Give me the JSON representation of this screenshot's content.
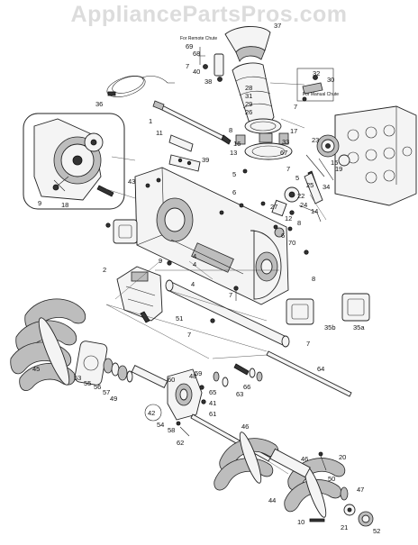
{
  "site": {
    "watermark": "AppliancePartsPros.com"
  },
  "notes": {
    "remote_chute": "For Remote Chute",
    "manual_chute": "For Manual Chute"
  },
  "labels": {
    "n1": "1",
    "n2": "2",
    "n4a": "4",
    "n4b": "4",
    "n4c": "4",
    "n5a": "5",
    "n5b": "5",
    "n6a": "6",
    "n6b": "6",
    "n7a": "7",
    "n7b": "7",
    "n7c": "7",
    "n7d": "7",
    "n7e": "7",
    "n7f": "7",
    "n8a": "8",
    "n8b": "8",
    "n8c": "8",
    "n9a": "9",
    "n9b": "9",
    "n10": "10",
    "n11": "11",
    "n12": "12",
    "n13": "13",
    "n14": "14",
    "n15": "15",
    "n16": "16",
    "n17": "17",
    "n18": "18",
    "n19": "19",
    "n20": "20",
    "n21": "21",
    "n22": "22",
    "n23": "23",
    "n24": "24",
    "n25": "25",
    "n26": "26",
    "n27": "27",
    "n28": "28",
    "n29": "29",
    "n30": "30",
    "n31": "31",
    "n32": "32",
    "n33": "33",
    "n34": "34",
    "n35a": "35a",
    "n35b": "35b",
    "n36": "36",
    "n37": "37",
    "n38": "38",
    "n39": "39",
    "n40": "40",
    "n41": "41",
    "n42": "42",
    "n43": "43",
    "n44": "44",
    "n45": "45",
    "n46a": "46",
    "n46b": "46",
    "n47": "47",
    "n48": "48",
    "n49": "49",
    "n50": "50",
    "n51": "51",
    "n52": "52",
    "n53": "53",
    "n54": "54",
    "n55": "55",
    "n56": "56",
    "n57": "57",
    "n58": "58",
    "n59": "59",
    "n60": "60",
    "n61": "61",
    "n62": "62",
    "n63": "63",
    "n64": "64",
    "n65": "65",
    "n66": "66",
    "n67": "67",
    "n68": "68",
    "n69": "69",
    "n70": "70"
  }
}
